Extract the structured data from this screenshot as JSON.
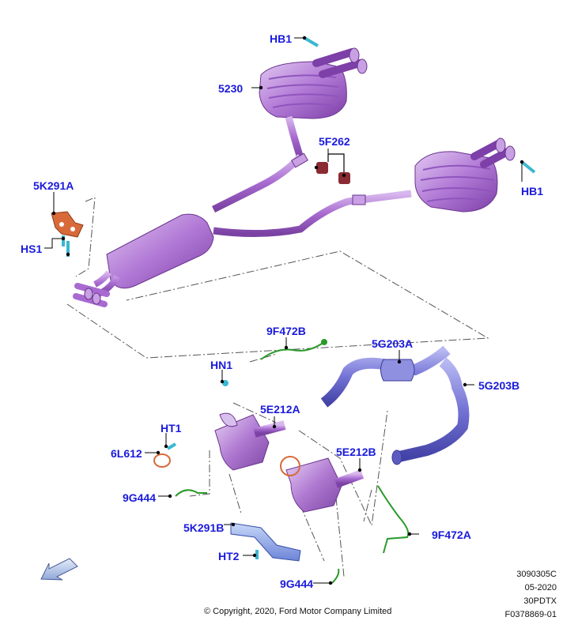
{
  "labels": {
    "hb1_top": "HB1",
    "p5230": "5230",
    "p5f262": "5F262",
    "hb1_right": "HB1",
    "p5k291a": "5K291A",
    "hs1": "HS1",
    "p9f472b": "9F472B",
    "p5g203a": "5G203A",
    "hn1": "HN1",
    "p5g203b": "5G203B",
    "p5e212a": "5E212A",
    "ht1": "HT1",
    "p6l612": "6L612",
    "p5e212b": "5E212B",
    "p9g444_left": "9G444",
    "p5k291b": "5K291B",
    "p9f472a": "9F472A",
    "ht2": "HT2",
    "p9g444_bottom": "9G444"
  },
  "meta": {
    "line1": "3090305C",
    "line2": "05-2020",
    "line3": "30PDTX",
    "line4": "F0378869-01"
  },
  "copyright": "© Copyright, 2020, Ford Motor Company Limited",
  "icons": [
    "direction-arrow-icon"
  ],
  "colors": {
    "label": "#1a1adc",
    "muffler": "#b27ad6",
    "pipe": "#7b7bd8",
    "sensor_wire": "#2a9a2a",
    "bracket": "#d86a3a",
    "fastener": "#3bb8d0",
    "hanger": "#8a2a32"
  }
}
